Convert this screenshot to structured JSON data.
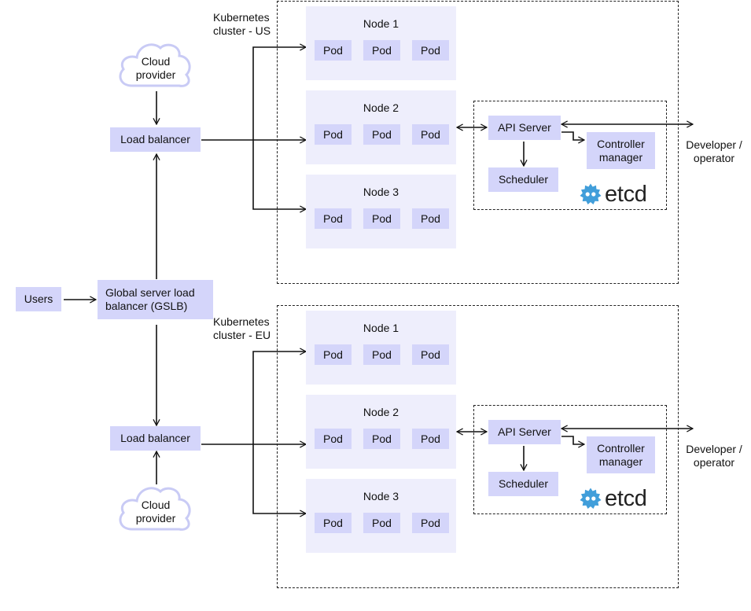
{
  "users": "Users",
  "gslb": "Global server load balancer (GSLB)",
  "regions": {
    "us": {
      "cluster_label": "Kubernetes cluster - US",
      "load_balancer": "Load balancer",
      "cloud_provider": "Cloud provider",
      "nodes": [
        {
          "title": "Node 1",
          "pods": [
            "Pod",
            "Pod",
            "Pod"
          ]
        },
        {
          "title": "Node 2",
          "pods": [
            "Pod",
            "Pod",
            "Pod"
          ]
        },
        {
          "title": "Node 3",
          "pods": [
            "Pod",
            "Pod",
            "Pod"
          ]
        }
      ],
      "control_plane": {
        "api_server": "API Server",
        "scheduler": "Scheduler",
        "controller_manager": "Controller manager",
        "etcd": "etcd"
      },
      "developer": "Developer / operator"
    },
    "eu": {
      "cluster_label": "Kubernetes cluster - EU",
      "load_balancer": "Load balancer",
      "cloud_provider": "Cloud provider",
      "nodes": [
        {
          "title": "Node 1",
          "pods": [
            "Pod",
            "Pod",
            "Pod"
          ]
        },
        {
          "title": "Node 2",
          "pods": [
            "Pod",
            "Pod",
            "Pod"
          ]
        },
        {
          "title": "Node 3",
          "pods": [
            "Pod",
            "Pod",
            "Pod"
          ]
        }
      ],
      "control_plane": {
        "api_server": "API Server",
        "scheduler": "Scheduler",
        "controller_manager": "Controller manager",
        "etcd": "etcd"
      },
      "developer": "Developer / operator"
    }
  },
  "colors": {
    "component_fill": "#d4d5fa",
    "node_fill": "#eeeefc",
    "cloud_stroke": "#c9cbf5",
    "etcd_blue": "#419eda",
    "line": "#111111"
  }
}
